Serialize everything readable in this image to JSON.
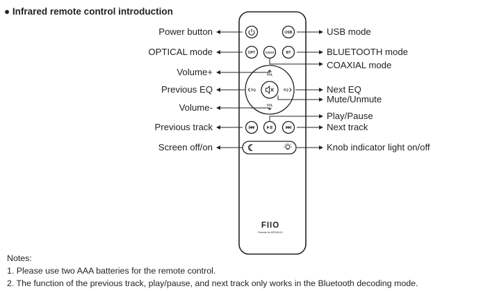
{
  "title": "Infrared remote control introduction",
  "labels_left": {
    "power": "Power button",
    "optical": "OPTICAL mode",
    "volume_up": "Volume+",
    "prev_eq": "Previous EQ",
    "volume_down": "Volume-",
    "prev_track": "Previous track",
    "screen": "Screen off/on"
  },
  "labels_right": {
    "usb": "USB mode",
    "bluetooth": "BLUETOOTH mode",
    "coaxial": "COAXIAL mode",
    "next_eq": "Next EQ",
    "mute": "Mute/Unmute",
    "play_pause": "Play/Pause",
    "next_track": "Next track",
    "knob_light": "Knob indicator light on/off"
  },
  "remote": {
    "btn_usb": "USB",
    "btn_opt": "OPT",
    "btn_coax": "COAX",
    "btn_bt": "BT",
    "vol_up": "VOL",
    "vol_down": "VOL",
    "eq_left": "EQ",
    "eq_right": "EQ",
    "brand": "FIIO",
    "brand_sub": "Remote for BR13/K19"
  },
  "notes": {
    "heading": "Notes:",
    "items": [
      "1. Please use two AAA batteries for the remote control.",
      "2. The function of the previous track, play/pause, and next track only works in the Bluetooth decoding mode."
    ]
  }
}
